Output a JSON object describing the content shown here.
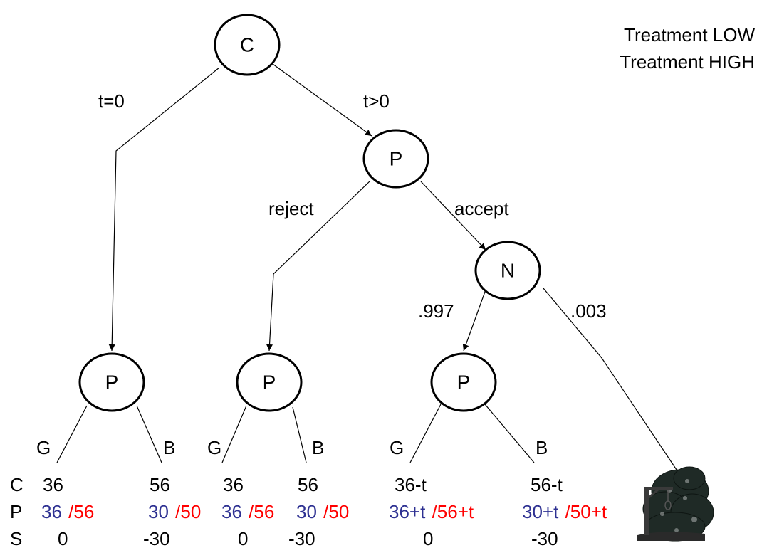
{
  "legend": {
    "low": {
      "label": "Treatment LOW",
      "color": "#2E3192"
    },
    "high": {
      "label": "Treatment HIGH",
      "color": "#FF0000"
    }
  },
  "nodes": {
    "root": "C",
    "p_mid": "P",
    "nature": "N",
    "p_left": "P",
    "p_center": "P",
    "p_right": "P"
  },
  "edge_labels": {
    "t_zero": "t=0",
    "t_pos": "t>0",
    "reject": "reject",
    "accept": "accept",
    "prob_997": ".997",
    "prob_003": ".003"
  },
  "branch_labels": {
    "left_g": "G",
    "left_b": "B",
    "center_g": "G",
    "center_b": "B",
    "right_g": "G",
    "right_b": "B"
  },
  "row_labels": {
    "c": "C",
    "p": "P",
    "s": "S"
  },
  "payoffs": {
    "c": [
      "36",
      "56",
      "36",
      "56",
      "36-t",
      "56-t"
    ],
    "p_low": [
      "36",
      "30",
      "36",
      "30",
      "36+t",
      "30+t"
    ],
    "p_high": [
      "/56",
      "/50",
      "/56",
      "/50",
      "/56+t",
      "/50+t"
    ],
    "s": [
      "0",
      "-30",
      "0",
      "-30",
      "0",
      "-30"
    ]
  },
  "gallows_icon": "gallows-with-tree-icon",
  "colors": {
    "low": "#2E3192",
    "high": "#FF0000",
    "line": "#000000"
  }
}
